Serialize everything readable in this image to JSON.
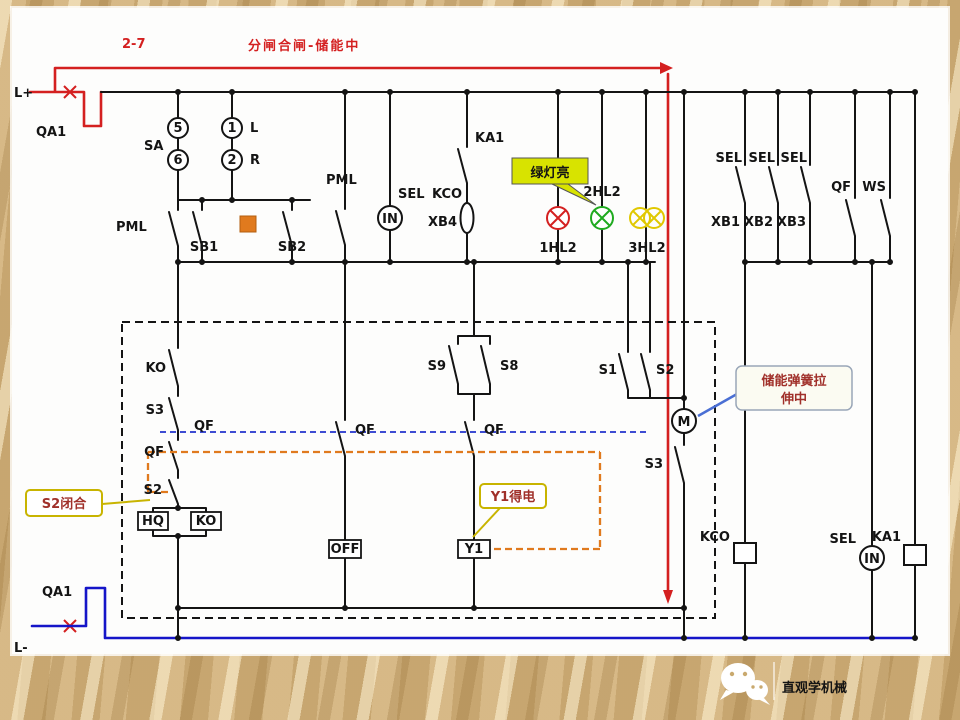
{
  "title": {
    "number": "2-7",
    "main": "分闸合闸-储能中"
  },
  "terminals": {
    "l_plus": "L+",
    "l_minus": "L-",
    "qa1_top": "QA1",
    "qa1_bottom": "QA1"
  },
  "selector": {
    "name": "SA",
    "c5": "5",
    "c6": "6",
    "c1": "1",
    "c2": "2",
    "dir_l": "L",
    "dir_r": "R"
  },
  "control_row": {
    "pml_left": "PML",
    "sb1": "SB1",
    "sb2": "SB2",
    "pml_mid": "PML",
    "in": "IN",
    "sel": "SEL",
    "kco": "KCO",
    "ka1": "KA1",
    "xb4": "XB4"
  },
  "lamps": {
    "lamp1": "1HL2",
    "lamp2": "2HL2",
    "lamp3": "3HL2"
  },
  "right_top": {
    "sel1": "SEL",
    "sel2": "SEL",
    "sel3": "SEL",
    "xb1": "XB1",
    "xb2": "XB2",
    "xb3": "XB3",
    "qf": "QF",
    "ws": "WS"
  },
  "interlock": {
    "ko": "KO",
    "s3": "S3",
    "qf_a": "QF",
    "qf_b": "QF",
    "s2": "S2",
    "hq": "HQ",
    "ko_coil": "KO",
    "qf_mid": "QF",
    "off": "OFF",
    "s9": "S9",
    "s8": "S8",
    "qf_right": "QF",
    "y1": "Y1",
    "s1": "S1",
    "s2_r": "S2",
    "m": "M",
    "s3_r": "S3"
  },
  "bottom_right": {
    "kco": "KCO",
    "sel": "SEL",
    "ka1": "KA1",
    "in": "IN"
  },
  "callouts": {
    "green_lamp": "绿灯亮",
    "spring_line1": "储能弹簧拉",
    "spring_line2": "伸中",
    "s2_closed": "S2闭合",
    "y1_energized": "Y1得电"
  },
  "watermark": {
    "text": "直观学机械"
  },
  "colors": {
    "wire_live": "#d42020",
    "wire_neutral": "#1515c8",
    "active_path": "#e07a1e",
    "lamp_red": "#d42020",
    "lamp_green": "#1faa1f",
    "lamp_yellow": "#e0c800"
  }
}
